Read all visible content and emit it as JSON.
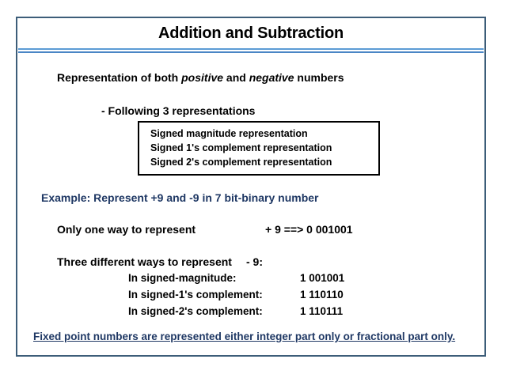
{
  "slide": {
    "title": "Addition and Subtraction",
    "accent_border_color": "#3d5d79",
    "rule_color": "#5b9bd5",
    "heading_color": "#1f3864",
    "body_color": "#000000",
    "background": "#ffffff"
  },
  "body": {
    "representation_line": {
      "part1": "Representation of  both ",
      "em1": "positive",
      "part2": " and ",
      "em2": "negative",
      "part3": " numbers"
    },
    "following_line": "- Following 3 representations",
    "rep_box": {
      "items": [
        "Signed magnitude representation",
        "Signed 1's complement representation",
        "Signed 2's complement representation"
      ]
    },
    "example_line": "Example:  Represent +9 and -9 in 7 bit-binary number",
    "only_one_way": {
      "label": "Only one way to represent",
      "value": "+ 9  ==> 0 001001"
    },
    "three_ways": {
      "label": "Three different ways to represent",
      "value": "- 9:"
    },
    "results": [
      {
        "label": "In signed-magnitude:",
        "value": "1  001001"
      },
      {
        "label": "In signed-1's complement:",
        "value": "1  110110"
      },
      {
        "label": "In signed-2's complement:",
        "value": "1  110111"
      }
    ],
    "footer_note": "Fixed point numbers are represented either integer part only or fractional part only."
  }
}
